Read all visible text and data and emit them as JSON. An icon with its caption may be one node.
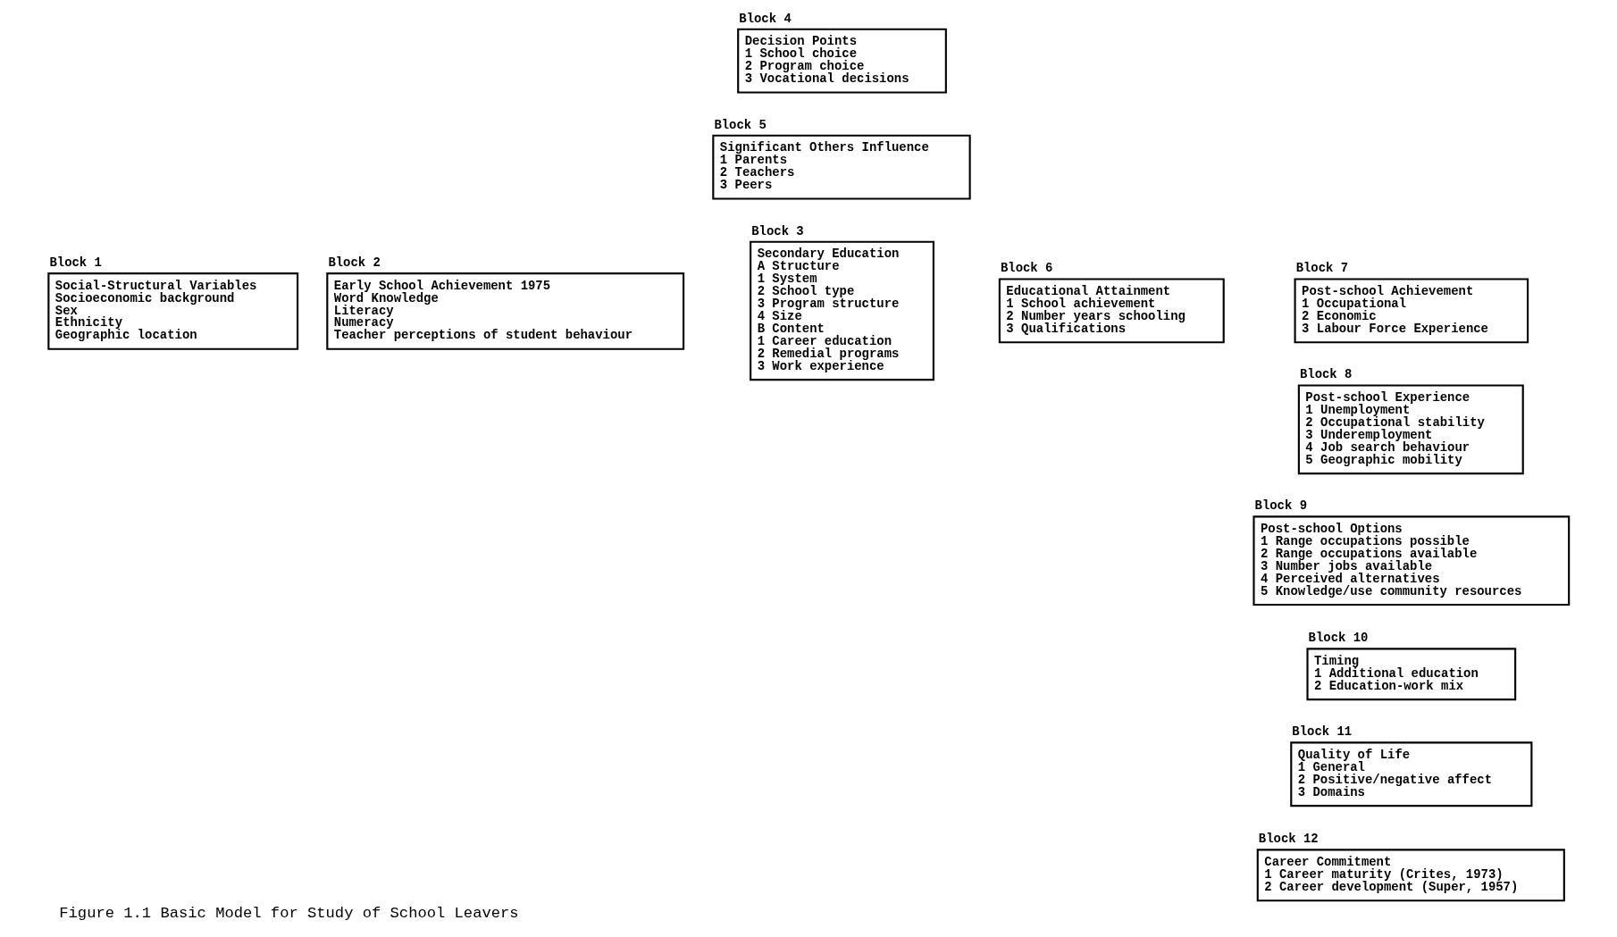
{
  "diagram": {
    "title": "Figure 1.1 Basic Model for Study of School Leavers",
    "nodes": [
      {
        "text": [
          "Block 1",
          "Social-Structural Variables",
          "Socioeconomic background",
          "Sex",
          "Ethnicity",
          "Geographic location"
        ]
      },
      {
        "text": [
          "Block 2",
          "Early School Achievement 1975",
          "Word Knowledge",
          "Literacy",
          "Numeracy",
          "Teacher perceptions of student behaviour"
        ]
      },
      {
        "text": [
          "Block 3",
          "Secondary Education",
          "A Structure",
          "1 System",
          "2 School type",
          "3 Program structure",
          "4 Size",
          "B Content",
          "1 Career education",
          "2 Remedial programs",
          "3 Work experience"
        ]
      },
      {
        "text": [
          "Block 4",
          "Decision Points",
          "1 School choice",
          "2 Program choice",
          "3 Vocational decisions"
        ]
      },
      {
        "text": [
          "Block 5",
          "Significant Others Influence",
          "1 Parents",
          "2 Teachers",
          "3 Peers"
        ]
      },
      {
        "text": [
          "Block 6",
          "Educational Attainment",
          "1 School achievement",
          "2 Number years schooling",
          "3 Qualifications"
        ]
      },
      {
        "text": [
          "Block 7",
          "Post-school Achievement",
          "1 Occupational",
          "2 Economic",
          "3 Labour Force Experience"
        ]
      },
      {
        "text": [
          "Block 8",
          "Post-school Experience",
          "1 Unemployment",
          "2 Occupational stability",
          "3 Underemployment",
          "4 Job search behaviour",
          "5 Geographic mobility"
        ]
      },
      {
        "text": [
          "Block 9",
          "Post-school Options",
          "1 Range occupations possible",
          "2 Range occupations available",
          "3 Number jobs available",
          "4 Perceived alternatives",
          "5 Knowledge/use community resources"
        ]
      },
      {
        "text": [
          "Block 10",
          "Timing",
          "1 Additional education",
          "2 Education-work mix"
        ]
      },
      {
        "text": [
          "Block 11",
          "Quality of Life",
          "1 General",
          "2 Positive/negative affect",
          "3 Domains"
        ]
      },
      {
        "text": [
          "Block 12",
          "Career Commitment",
          "1 Career maturity (Crites, 1973)",
          "2 Career development (Super, 1957)"
        ]
      }
    ]
  }
}
